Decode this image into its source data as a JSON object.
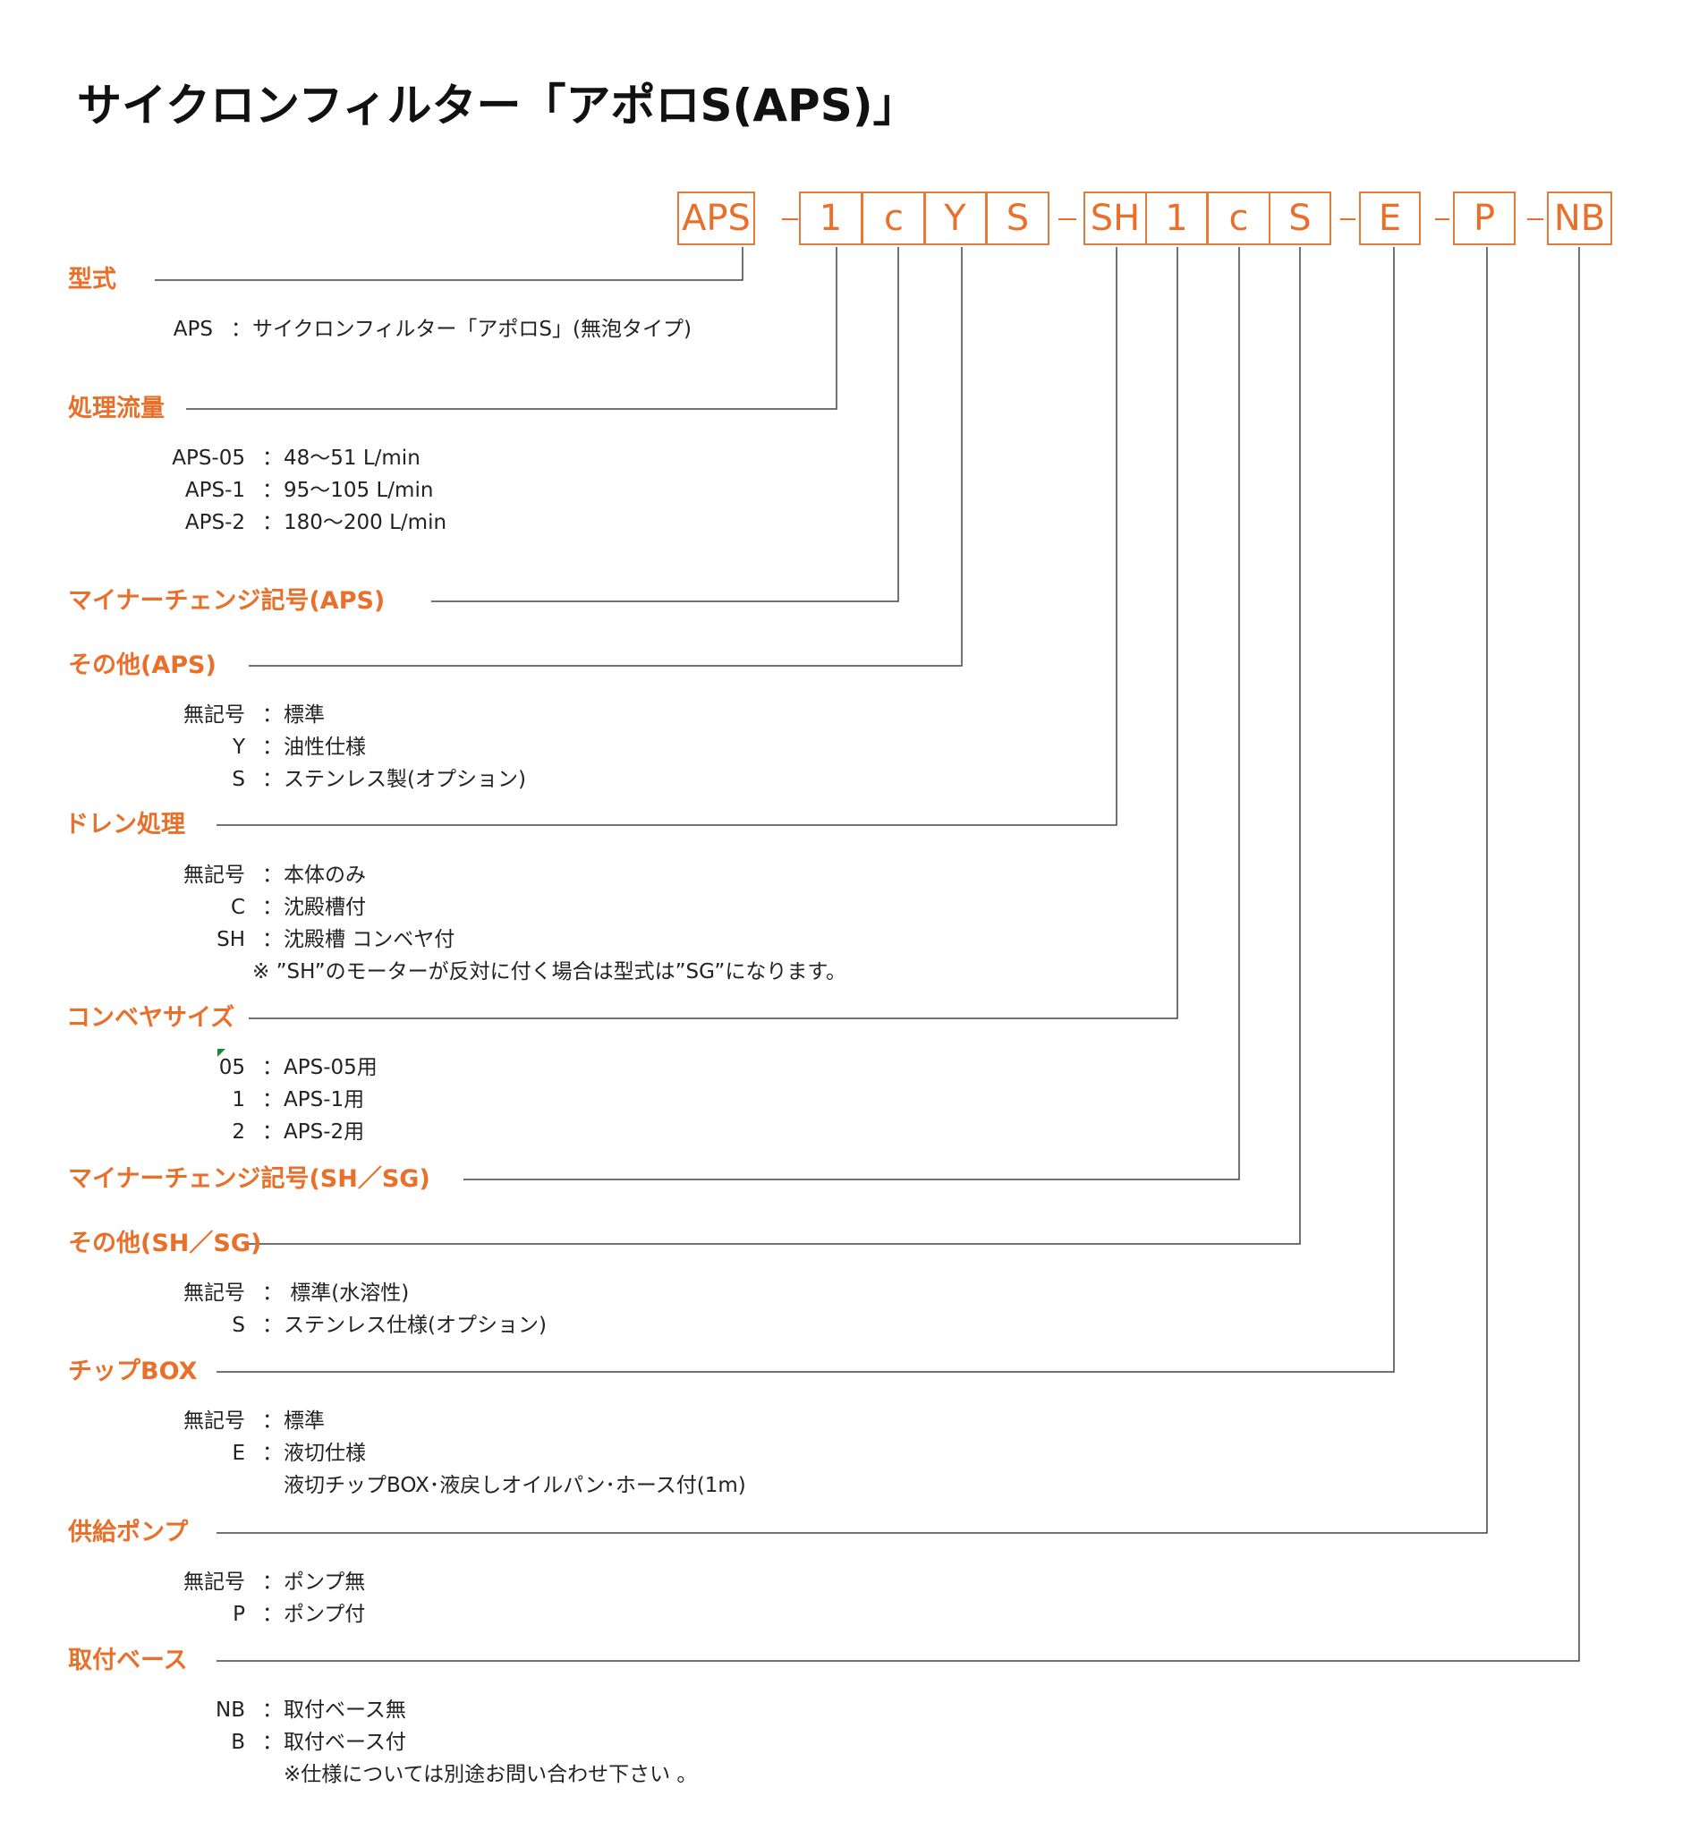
{
  "title": "サイクロンフィルター「アポロS(APS)」",
  "code": {
    "segments": [
      {
        "text": "APS"
      },
      {
        "text": "1"
      },
      {
        "text": "c"
      },
      {
        "text": "Y"
      },
      {
        "text": "S"
      },
      {
        "text": "SH"
      },
      {
        "text": "1"
      },
      {
        "text": "c"
      },
      {
        "text": "S"
      },
      {
        "text": "E"
      },
      {
        "text": "P"
      },
      {
        "text": "NB"
      }
    ]
  },
  "sections": [
    {
      "heading": "型式",
      "rows": [
        {
          "key": "APS",
          "value": "サイクロンフィルター「アポロS」(無泡タイプ)"
        }
      ]
    },
    {
      "heading": "処理流量",
      "rows": [
        {
          "key": "APS-05",
          "value": "48～51 L/min"
        },
        {
          "key": "APS-1",
          "value": "95～105 L/min"
        },
        {
          "key": "APS-2",
          "value": "180～200 L/min"
        }
      ]
    },
    {
      "heading": "マイナーチェンジ記号(APS)",
      "rows": []
    },
    {
      "heading": "その他(APS)",
      "rows": [
        {
          "key": "無記号",
          "value": "標準"
        },
        {
          "key": "Y",
          "value": "油性仕様"
        },
        {
          "key": "S",
          "value": "ステンレス製(オプション)"
        }
      ]
    },
    {
      "heading": "ドレン処理",
      "rows": [
        {
          "key": "無記号",
          "value": "本体のみ"
        },
        {
          "key": "C",
          "value": "沈殿槽付"
        },
        {
          "key": "SH",
          "value": "沈殿槽 コンベヤ付"
        }
      ],
      "note": "※ ”SH”のモーターが反対に付く場合は型式は”SG”になります。"
    },
    {
      "heading": "コンベヤサイズ",
      "rows": [
        {
          "key": "05",
          "value": "APS-05用"
        },
        {
          "key": "1",
          "value": "APS-1用"
        },
        {
          "key": "2",
          "value": "APS-2用"
        }
      ]
    },
    {
      "heading": "マイナーチェンジ記号(SH／SG)",
      "rows": []
    },
    {
      "heading": "その他(SH／SG)",
      "rows": [
        {
          "key": "無記号",
          "value": " 標準(水溶性)"
        },
        {
          "key": "S",
          "value": "ステンレス仕様(オプション)"
        }
      ]
    },
    {
      "heading": "チップBOX",
      "rows": [
        {
          "key": "無記号",
          "value": "標準"
        },
        {
          "key": "E",
          "value": "液切仕様"
        },
        {
          "key": "",
          "value": "液切チップBOX･液戻しオイルパン･ホース付(1m)"
        }
      ]
    },
    {
      "heading": "供給ポンプ",
      "rows": [
        {
          "key": "無記号",
          "value": "ポンプ無"
        },
        {
          "key": "P",
          "value": "ポンプ付"
        }
      ]
    },
    {
      "heading": "取付ベース",
      "rows": [
        {
          "key": "NB",
          "value": "取付ベース無"
        },
        {
          "key": "B",
          "value": "取付ベース付"
        }
      ],
      "note": "※仕様については別途お問い合わせ下さい 。"
    }
  ],
  "colon": "：",
  "colors": {
    "accent": "#e8702a",
    "box_border": "#e57a3a",
    "text": "#222222",
    "line": "#444444"
  }
}
